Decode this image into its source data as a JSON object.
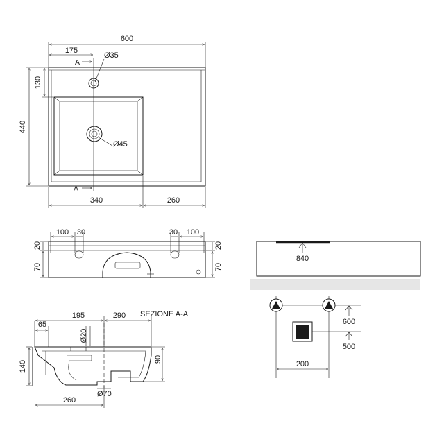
{
  "top_view": {
    "width": "600",
    "depth": "440",
    "tap_offset": "175",
    "tap_depth": "130",
    "tap_hole": "Ø35",
    "drain": "Ø45",
    "basin_width": "340",
    "shelf_width": "260",
    "section_mark": "A"
  },
  "front_view": {
    "left_a": "100",
    "left_b": "30",
    "right_a": "30",
    "right_b": "100",
    "top_thk_left": "20",
    "top_thk_right": "20",
    "height_left": "70",
    "height_right": "70"
  },
  "section": {
    "title": "SEZIONE A-A",
    "d65": "65",
    "d195": "195",
    "d290": "290",
    "tap_hole": "Ø20",
    "height": "140",
    "inner": "90",
    "depth": "260",
    "drain": "Ø70"
  },
  "mounting": {
    "height": "840",
    "spacing": "200",
    "h600": "600",
    "h500": "500"
  }
}
